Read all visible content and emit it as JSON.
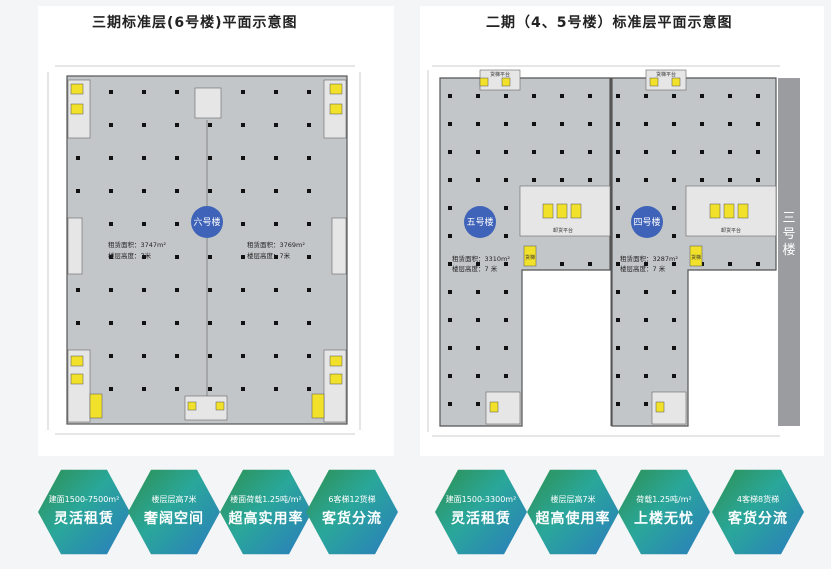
{
  "titles": {
    "left": "三期标准层(6号楼)平面示意图",
    "right": "二期（4、5号楼）标准层平面示意图"
  },
  "left_plan": {
    "building_label": "六号楼",
    "info_left": {
      "area": "租赁面积：3747m²",
      "height": "楼层高度：7米"
    },
    "info_right": {
      "area": "租赁面积：3769m²",
      "height": "楼层高度：7米"
    }
  },
  "right_plan": {
    "building5_label": "五号楼",
    "building4_label": "四号楼",
    "building3_label": "三号楼",
    "info5": {
      "area": "租赁面积：3310m²",
      "height": "楼层高度：7 米"
    },
    "info4": {
      "area": "租赁面积：3287m²",
      "height": "楼层高度：7 米"
    },
    "platform_label_5": "卸货平台",
    "platform_label_4": "卸货平台",
    "top_platform_5": "货梯平台",
    "top_platform_4": "货梯平台",
    "elevator_label": "货梯"
  },
  "badges": [
    {
      "small": "建面1500-7500m²",
      "big": "灵活租赁"
    },
    {
      "small": "楼层层高7米",
      "big": "奢阔空间"
    },
    {
      "small": "楼面荷载1.25吨/m²",
      "big": "超高实用率"
    },
    {
      "small": "6客梯12货梯",
      "big": "客货分流"
    },
    {
      "small": "建面1500-3300m²",
      "big": "灵活租赁"
    },
    {
      "small": "楼层层高7米",
      "big": "超高使用率"
    },
    {
      "small": "荷载1.25吨/m²",
      "big": "上楼无忧"
    },
    {
      "small": "4客梯8货梯",
      "big": "客货分流"
    }
  ],
  "colors": {
    "floor": "#c3c6c9",
    "wall": "#555555",
    "elevator": "#f2e12a",
    "circle": "#3f63b8",
    "badge_green": "#2e8f4e",
    "badge_blue": "#2b7bbf"
  }
}
